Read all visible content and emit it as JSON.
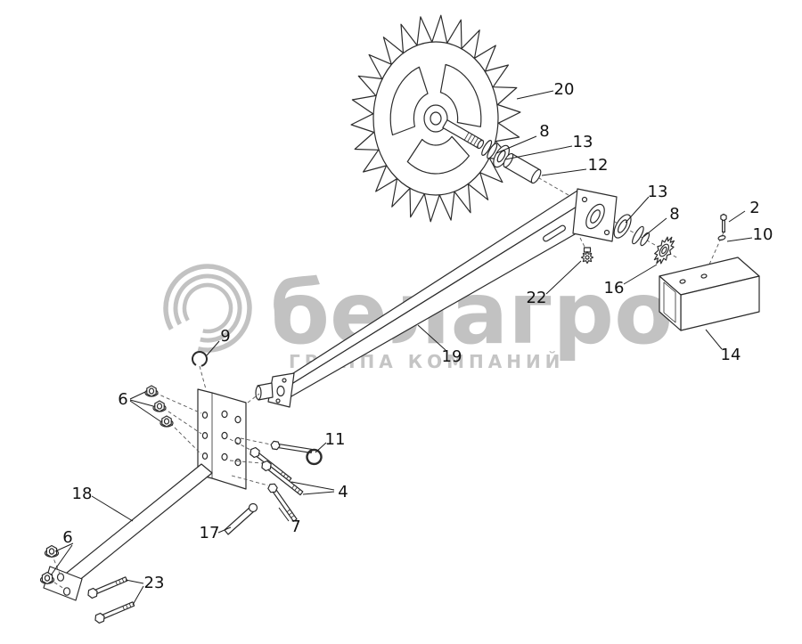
{
  "watermark": {
    "brand": "белагро",
    "subtitle": "ГРУППА КОМПАНИЙ"
  },
  "callouts": {
    "c20": "20",
    "c8a": "8",
    "c13a": "13",
    "c12": "12",
    "c13b": "13",
    "c8b": "8",
    "c2": "2",
    "c10": "10",
    "c22": "22",
    "c16": "16",
    "c14": "14",
    "c19": "19",
    "c9": "9",
    "c6a": "6",
    "c11": "11",
    "c4": "4",
    "c7": "7",
    "c17": "17",
    "c18": "18",
    "c6b": "6",
    "c23": "23"
  }
}
